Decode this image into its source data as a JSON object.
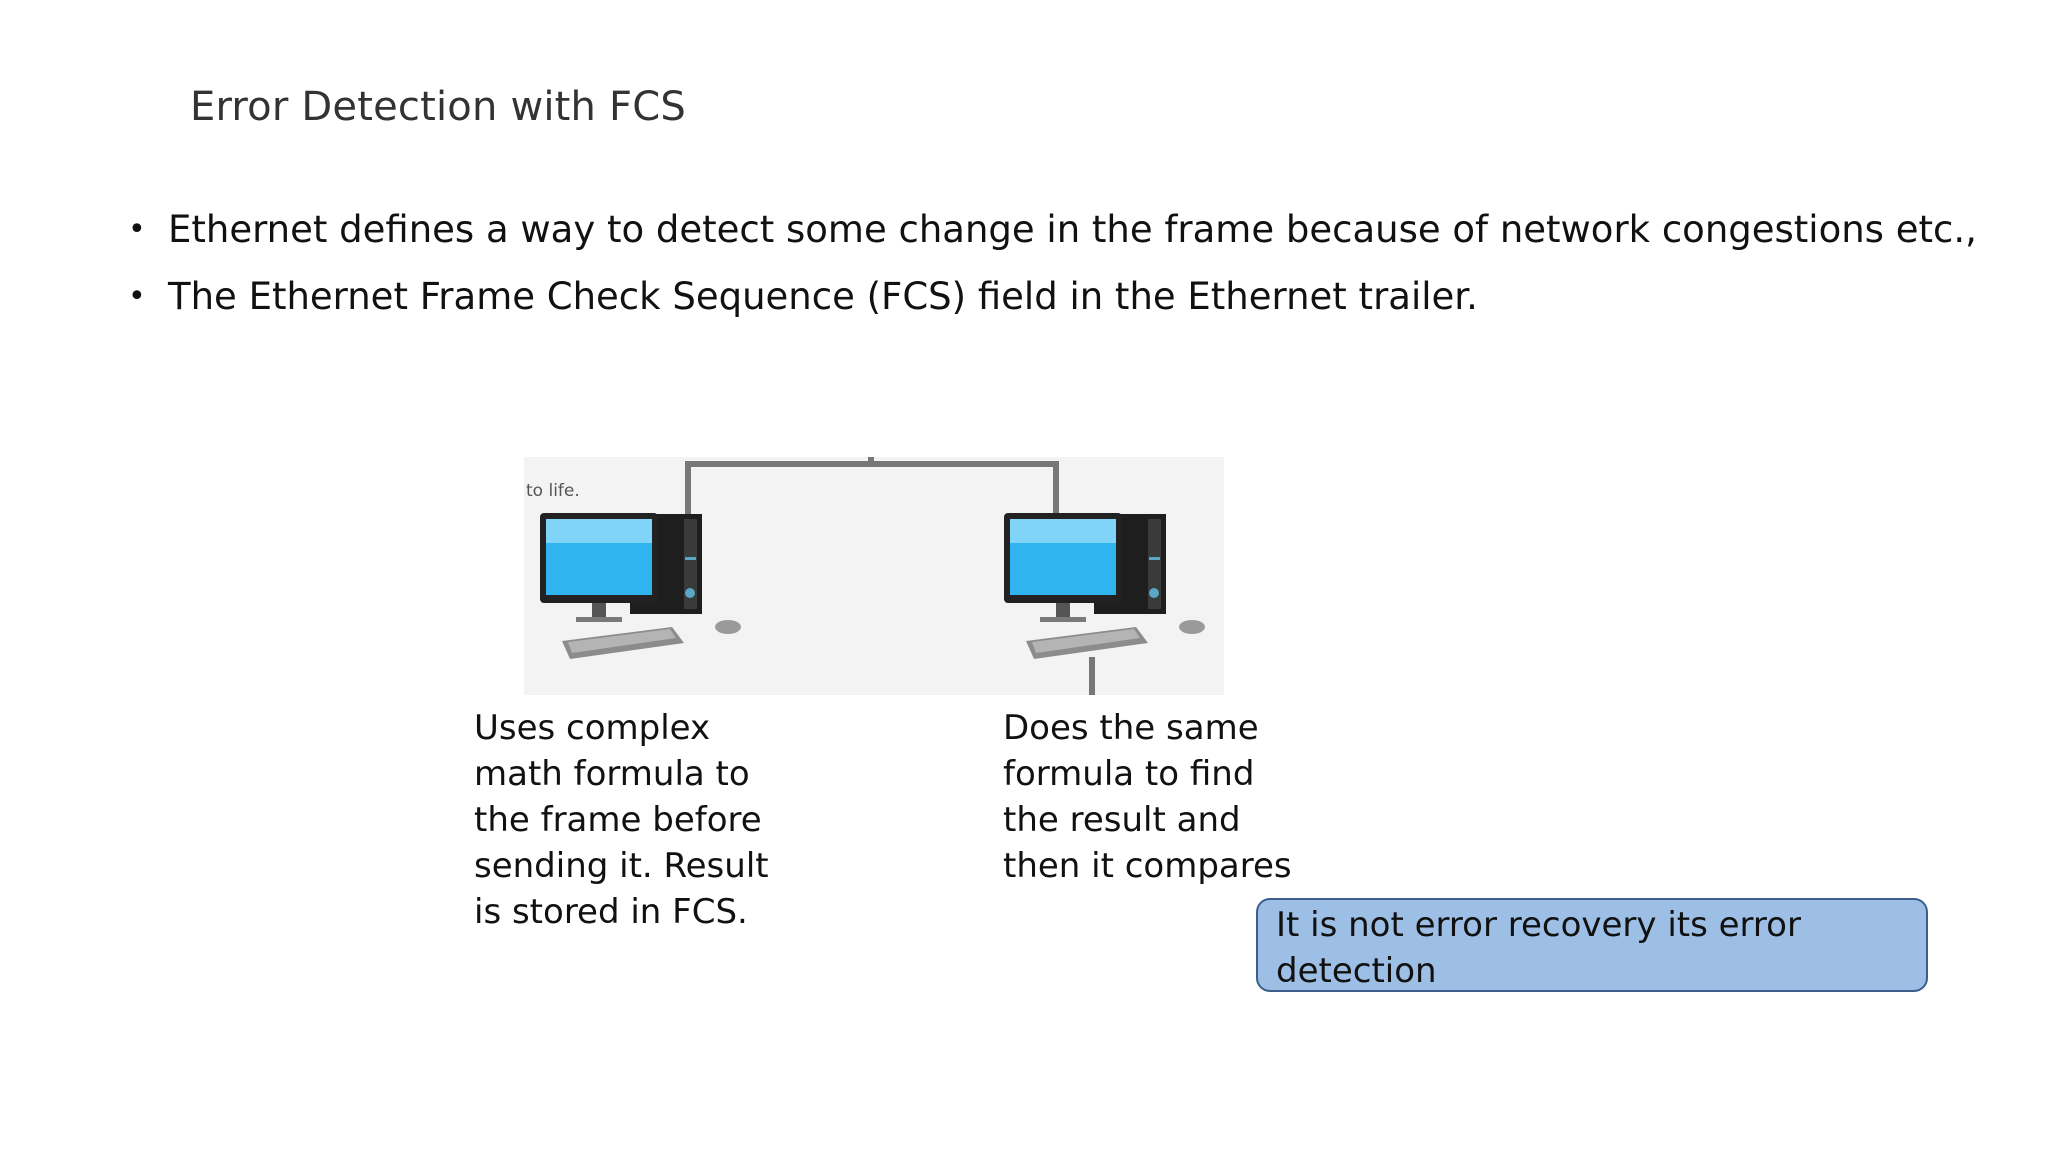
{
  "slide": {
    "title": "Error Detection with FCS",
    "bullets": [
      "Ethernet defines a way to detect some change in the frame because of network congestions etc.,",
      "The Ethernet Frame Check Sequence (FCS) field in the Ethernet trailer."
    ]
  },
  "diagram": {
    "image_text": "to life.",
    "left_caption": "Uses complex math formula to the frame before sending it. Result is stored in FCS.",
    "right_caption": "Does the same formula to find the result and then it compares",
    "callout": "It is not error recovery its error detection",
    "colors": {
      "callout_fill": "#9dbfe6",
      "callout_border": "#3b5f8a",
      "monitor_screen": "#2fb4ef",
      "cable": "#777777"
    }
  }
}
